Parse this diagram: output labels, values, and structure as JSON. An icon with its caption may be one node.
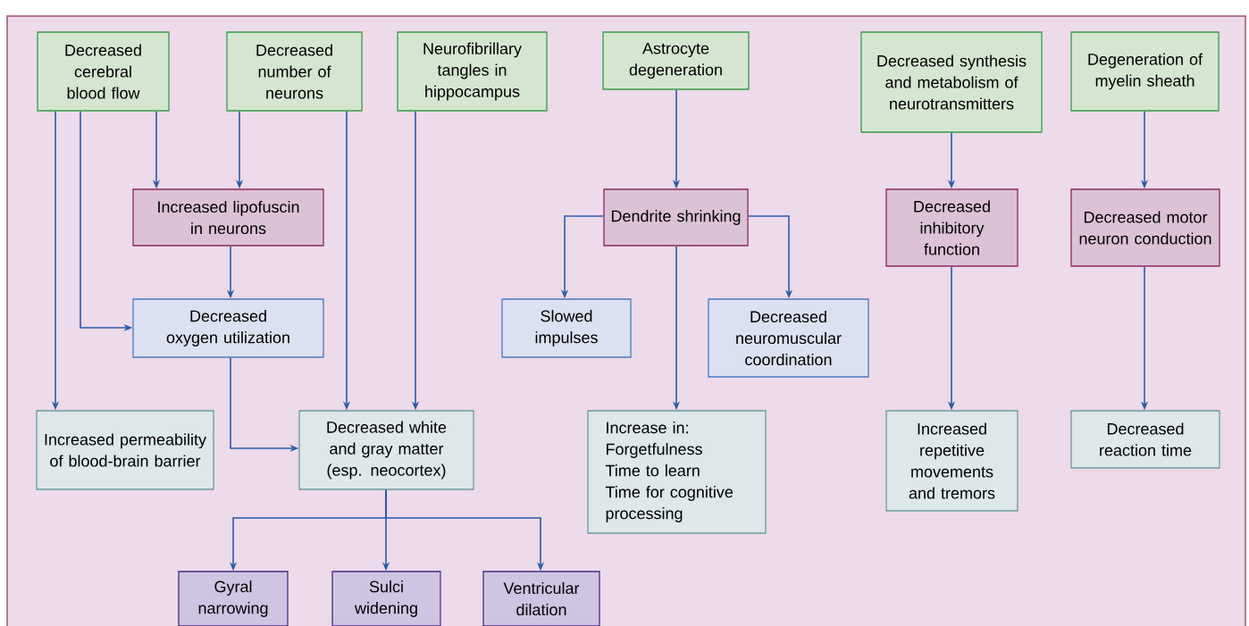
{
  "diagram": {
    "nodes": [
      {
        "text": [
          "Decreased cerebral blood flow"
        ]
      },
      {
        "text": [
          "Decreased number of neurons"
        ]
      },
      {
        "text": [
          "Neurofibrillary tangles in hippocampus"
        ]
      },
      {
        "text": [
          "Astrocyte degeneration"
        ]
      },
      {
        "text": [
          "Decreased synthesis and metabolism of neurotransmitters"
        ]
      },
      {
        "text": [
          "Degeneration of myelin sheath"
        ]
      },
      {
        "text": [
          "Increased lipofuscin in neurons"
        ]
      },
      {
        "text": [
          "Decreased oxygen utilization"
        ]
      },
      {
        "text": [
          "Increased permeability of blood-brain barrier"
        ]
      },
      {
        "text": [
          "Decreased white and gray matter (esp. neocortex)"
        ]
      },
      {
        "text": [
          "Dendrite shrinking"
        ]
      },
      {
        "text": [
          "Slowed impulses"
        ]
      },
      {
        "text": [
          "Decreased neuromuscular coordination"
        ]
      },
      {
        "text": [
          "Increase in:",
          "Forgetfulness",
          "Time to learn",
          "Time for cognitive processing"
        ]
      },
      {
        "text": [
          "Decreased inhibitory function"
        ]
      },
      {
        "text": [
          "Decreased motor neuron conduction"
        ]
      },
      {
        "text": [
          "Increased repetitive movements and tremors"
        ]
      },
      {
        "text": [
          "Decreased reaction time"
        ]
      },
      {
        "text": [
          "Gyral narrowing"
        ]
      },
      {
        "text": [
          "Sulci widening"
        ]
      },
      {
        "text": [
          "Ventricular dilation"
        ]
      }
    ],
    "edges": [
      {
        "from": 0,
        "to": 6,
        "arrow": "to"
      },
      {
        "from": 0,
        "to": 7,
        "arrow": "to"
      },
      {
        "from": 0,
        "to": 8,
        "arrow": "to"
      },
      {
        "from": 1,
        "to": 6,
        "arrow": "to"
      },
      {
        "from": 1,
        "to": 9,
        "arrow": "to"
      },
      {
        "from": 2,
        "to": 9,
        "arrow": "to"
      },
      {
        "from": 6,
        "to": 7,
        "arrow": "to"
      },
      {
        "from": 7,
        "to": 9,
        "arrow": "to"
      },
      {
        "from": 3,
        "to": 10,
        "arrow": "to"
      },
      {
        "from": 10,
        "to": 11,
        "arrow": "to"
      },
      {
        "from": 10,
        "to": 12,
        "arrow": "to"
      },
      {
        "from": 10,
        "to": 13,
        "arrow": "to"
      },
      {
        "from": 4,
        "to": 14,
        "arrow": "to"
      },
      {
        "from": 5,
        "to": 15,
        "arrow": "to"
      },
      {
        "from": 14,
        "to": 16,
        "arrow": "to"
      },
      {
        "from": 15,
        "to": 17,
        "arrow": "to"
      },
      {
        "from": 9,
        "to": 18,
        "arrow": "to"
      },
      {
        "from": 9,
        "to": 19,
        "arrow": "to"
      },
      {
        "from": 9,
        "to": 20,
        "arrow": "to"
      }
    ]
  }
}
